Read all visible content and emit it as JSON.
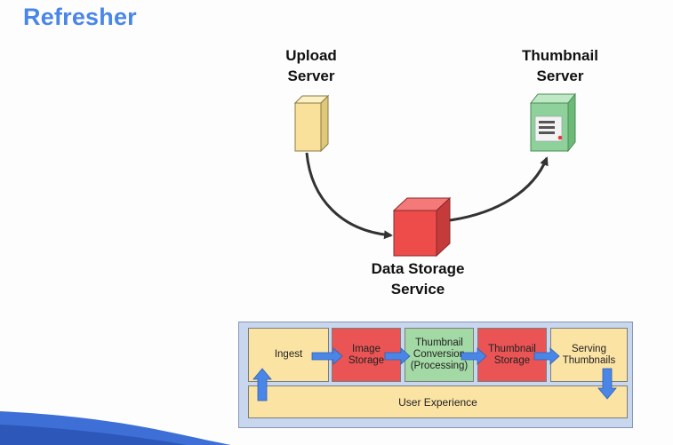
{
  "slide": {
    "title": "Refresher"
  },
  "nodes": {
    "upload_server": "Upload\nServer",
    "thumbnail_server": "Thumbnail\nServer",
    "data_storage": "Data Storage\nService"
  },
  "pipeline": {
    "stages": [
      {
        "label": "Ingest",
        "color": "#fbe3a3"
      },
      {
        "label": "Image\nStorage",
        "color": "#ea5455"
      },
      {
        "label": "Thumbnail\nConversion\n(Processing)",
        "color": "#a3d9a5"
      },
      {
        "label": "Thumbnail\nStorage",
        "color": "#ea5455"
      },
      {
        "label": "Serving\nThumbnails",
        "color": "#fbe3a3"
      }
    ],
    "user_experience": "User Experience"
  },
  "colors": {
    "title": "#4a86e8",
    "upload_server": "#f9e19b",
    "thumbnail_server": "#8fd19a",
    "data_storage": "#ee4b4b",
    "arrow": "#4a86e8",
    "footer": "#3d6fd6"
  }
}
